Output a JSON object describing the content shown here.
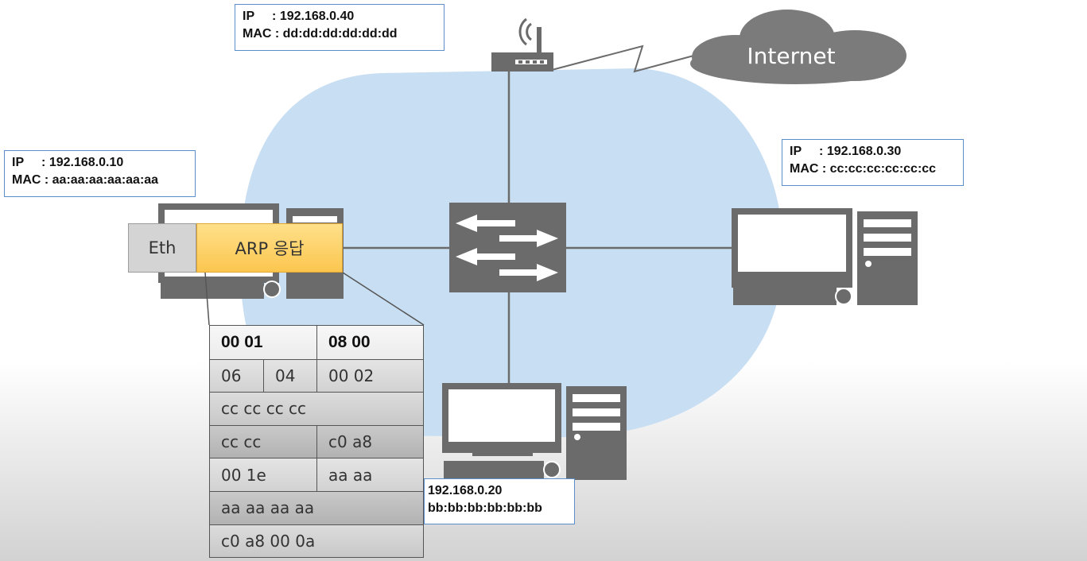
{
  "router": {
    "ip_line": "IP     : 192.168.0.40",
    "mac_line": "MAC : dd:dd:dd:dd:dd:dd"
  },
  "host_a": {
    "ip_line": "IP     : 192.168.0.10",
    "mac_line": "MAC : aa:aa:aa:aa:aa:aa"
  },
  "host_c": {
    "ip_line": "IP     : 192.168.0.30",
    "mac_line": "MAC : cc:cc:cc:cc:cc:cc"
  },
  "host_b": {
    "ip_line": "192.168.0.20",
    "mac_line": "bb:bb:bb:bb:bb:bb"
  },
  "internet": {
    "label": "Internet"
  },
  "packet": {
    "eth_label": "Eth",
    "arp_label": "ARP 응답"
  },
  "arp_table": {
    "rows": [
      [
        "00  01",
        "08  00"
      ],
      [
        "06",
        "04",
        "00  02"
      ],
      [
        "cc  cc    cc  cc"
      ],
      [
        "cc  cc",
        "c0  a8"
      ],
      [
        "00  1e",
        "aa  aa"
      ],
      [
        "aa  aa    aa  aa"
      ],
      [
        "c0  a8  00  0a"
      ]
    ]
  },
  "colors": {
    "lan_cloud": "#c8def2",
    "device_gray": "#6b6b6b",
    "internet_cloud": "#777777",
    "arp_fill": "#fbc64f",
    "box_border": "#5b8fc9"
  },
  "icons": [
    "router-icon",
    "switch-icon",
    "computer-icon",
    "internet-cloud-icon"
  ]
}
